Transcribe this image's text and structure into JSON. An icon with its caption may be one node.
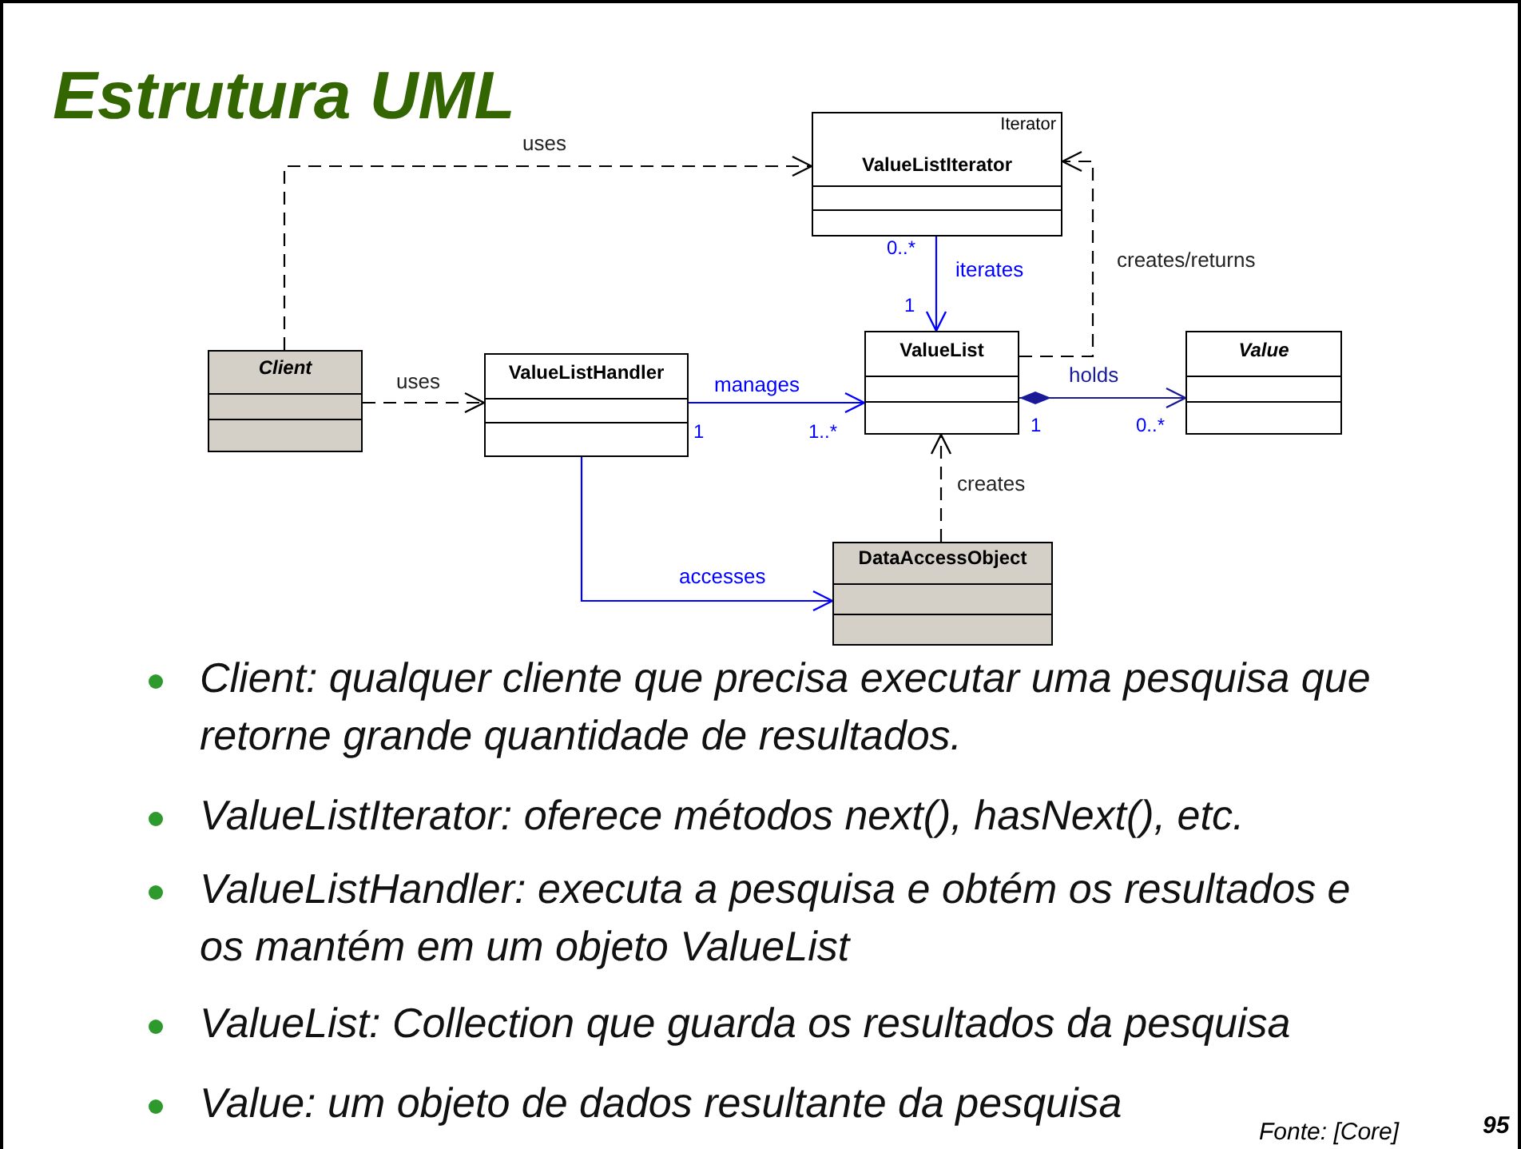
{
  "diagram": {
    "title": "Estrutura UML",
    "nodes": [
      {
        "text": [
          "Iterator",
          "ValueListIterator"
        ]
      },
      {
        "text": [
          "Client"
        ]
      },
      {
        "text": [
          "ValueListHandler"
        ]
      },
      {
        "text": [
          "ValueList"
        ]
      },
      {
        "text": [
          "Value"
        ]
      },
      {
        "text": [
          "DataAccessObject"
        ]
      }
    ],
    "edges": [
      {
        "from": 1,
        "to": 0,
        "arrow": "to",
        "label": "uses",
        "style": "dashed"
      },
      {
        "from": 1,
        "to": 2,
        "arrow": "to",
        "label": "uses",
        "style": "dashed"
      },
      {
        "from": 2,
        "to": 3,
        "arrow": "to",
        "label": "manages",
        "color": "#0000ff"
      },
      {
        "from": 0,
        "to": 3,
        "arrow": "to",
        "label": "iterates",
        "color": "#0000ff"
      },
      {
        "from": 3,
        "to": 0,
        "arrow": "to",
        "label": "creates/returns",
        "style": "dashed"
      },
      {
        "from": 3,
        "to": 4,
        "arrow": "to",
        "label": "holds",
        "color": "#1a1a99"
      },
      {
        "from": 5,
        "to": 3,
        "arrow": "to",
        "label": "creates",
        "style": "dashed"
      },
      {
        "from": 2,
        "to": 5,
        "arrow": "to",
        "label": "accesses",
        "color": "#0000ff"
      }
    ],
    "labels": [
      "0..*",
      "1",
      "1",
      "1..*",
      "1",
      "0..*",
      "*Client*: qualquer cliente que precisa executar uma pesquisa que retorne grande quantidade de resultados.",
      "*ValueListIterator*: oferece métodos next(), hasNext(), etc.",
      "*ValueListHandler*: executa a pesquisa e obtém os resultados e os mantém em um objeto ValueList",
      "*ValueList*: Collection que guarda os resultados da pesquisa",
      "*Value*: um objeto de dados resultante da pesquisa",
      "Fonte: [Core]",
      "95"
    ]
  }
}
